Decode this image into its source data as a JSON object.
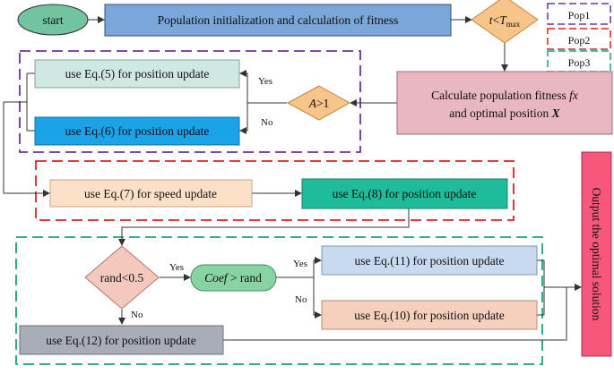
{
  "nodes": {
    "start": "start",
    "init": "Population initialization and calculation of fitness",
    "loop_cond_t": "t",
    "loop_cond_lt": "<",
    "loop_cond_T": "T",
    "loop_cond_sub": "max",
    "calc_line1_a": "Calculate population fitness ",
    "calc_line1_b": "fx",
    "calc_line2_a": "and optimal position ",
    "calc_line2_b": "X",
    "a_cond_a": "A",
    "a_cond_b": ">1",
    "eq5": "use Eq.(5) for position update",
    "eq6": "use Eq.(6) for position update",
    "eq7": "use Eq.(7) for speed update",
    "eq8": "use Eq.(8) for position update",
    "rand_cond": "rand<0.5",
    "coef_a": "Coef",
    "coef_b": " > rand",
    "eq11": "use Eq.(11) for position update",
    "eq10": "use Eq.(10) for position update",
    "eq12": "use Eq.(12) for position update",
    "output": "Output the optimal solution"
  },
  "edge_labels": {
    "a_yes": "Yes",
    "a_no": "No",
    "rand_yes": "Yes",
    "rand_no": "No",
    "coef_yes": "Yes",
    "coef_no": "No"
  },
  "legend": [
    {
      "label": "Pop1",
      "color": "#7030a0"
    },
    {
      "label": "Pop2",
      "color": "#e02020"
    },
    {
      "label": "Pop3",
      "color": "#1aa37a"
    }
  ],
  "colors": {
    "start_fill": "#72c4a0",
    "init_fill": "#7aa6d9",
    "diamond_fill": "#f7c48a",
    "calc_fill": "#e8b7c1",
    "eq5_fill": "#cfe8e2",
    "eq6_fill": "#1ba3e8",
    "eq7_fill": "#fde0c8",
    "eq8_fill": "#1ebc9a",
    "rand_fill": "#f3c9bd",
    "coef_fill": "#88d3a2",
    "eq11_fill": "#c8daf0",
    "eq10_fill": "#f6d0bd",
    "eq12_fill": "#a9adb8",
    "output_fill": "#f5587b"
  }
}
